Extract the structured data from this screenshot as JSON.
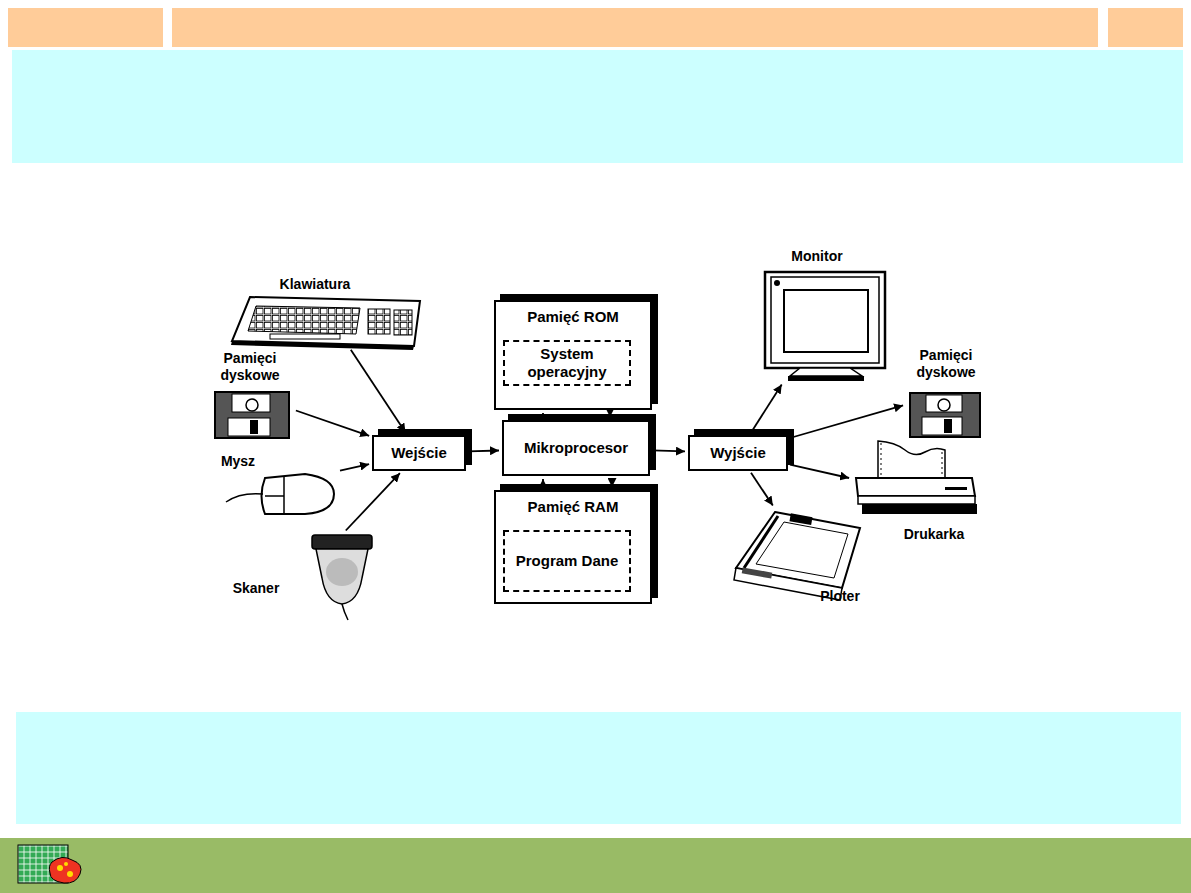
{
  "diagram": {
    "nodes": [
      {
        "text": [
          "Klawiatura"
        ]
      },
      {
        "text": [
          "Pamięci dyskowe"
        ]
      },
      {
        "text": [
          "Mysz"
        ]
      },
      {
        "text": [
          "Skaner"
        ]
      },
      {
        "text": [
          "Wejście"
        ]
      },
      {
        "text": [
          "Pamięć ROM"
        ]
      },
      {
        "text": [
          "System operacyjny"
        ],
        "in": 5
      },
      {
        "text": [
          "Mikroprocesor"
        ]
      },
      {
        "text": [
          "Pamięć RAM"
        ]
      },
      {
        "text": [
          "Program Dane"
        ],
        "in": 8
      },
      {
        "text": [
          "Wyjście"
        ]
      },
      {
        "text": [
          "Monitor"
        ]
      },
      {
        "text": [
          "Pamięci dyskowe"
        ]
      },
      {
        "text": [
          "Drukarka"
        ]
      },
      {
        "text": [
          "Ploter"
        ]
      }
    ],
    "edges": [
      {
        "from": 0,
        "to": 4,
        "arrow": "to"
      },
      {
        "from": 1,
        "to": 4,
        "arrow": "to"
      },
      {
        "from": 2,
        "to": 4,
        "arrow": "to"
      },
      {
        "from": 3,
        "to": 4,
        "arrow": "to"
      },
      {
        "from": 4,
        "to": 7,
        "arrow": "to"
      },
      {
        "from": 7,
        "to": 5,
        "arrow": "to"
      },
      {
        "from": 5,
        "to": 7,
        "arrow": "to"
      },
      {
        "from": 7,
        "to": 8,
        "arrow": "to"
      },
      {
        "from": 8,
        "to": 7,
        "arrow": "to"
      },
      {
        "from": 7,
        "to": 10,
        "arrow": "to"
      },
      {
        "from": 10,
        "to": 11,
        "arrow": "to"
      },
      {
        "from": 10,
        "to": 12,
        "arrow": "to"
      },
      {
        "from": 10,
        "to": 13,
        "arrow": "to"
      },
      {
        "from": 10,
        "to": 14,
        "arrow": "to"
      }
    ]
  }
}
